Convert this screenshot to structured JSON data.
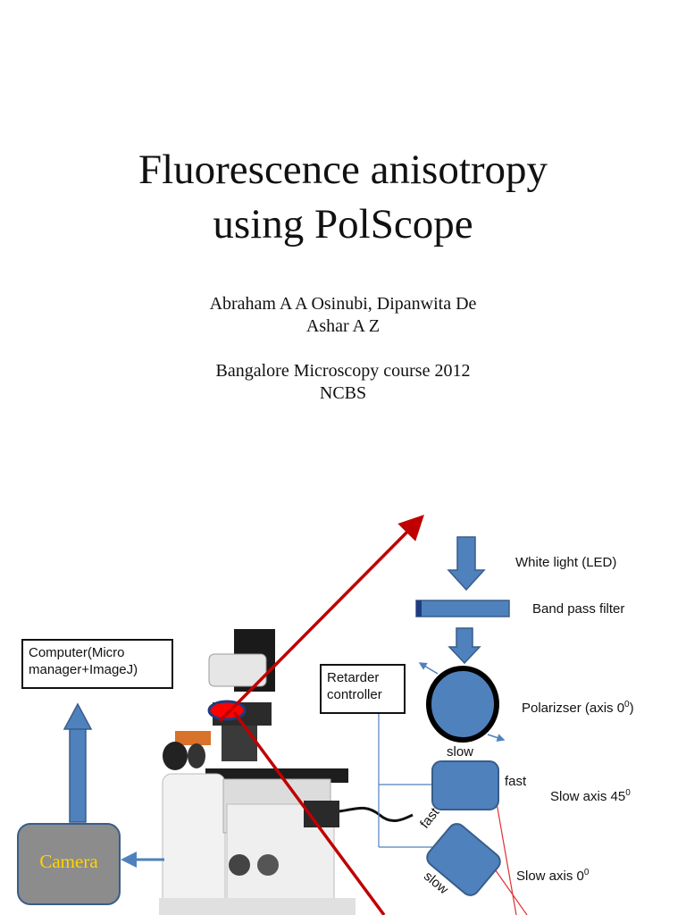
{
  "slide": {
    "title_line1": "Fluorescence anisotropy",
    "title_line2": "using PolScope",
    "authors_line1": "Abraham A A Osinubi, Dipanwita De",
    "authors_line2": "Ashar A Z",
    "venue_line1": "Bangalore Microscopy course 2012",
    "venue_line2": "NCBS"
  },
  "diagram": {
    "computer_line1": "Computer(Micro",
    "computer_line2": "manager+ImageJ)",
    "retarder_line1": "Retarder",
    "retarder_line2": "controller",
    "camera": "Camera",
    "white_light": "White light (LED)",
    "band_pass": "Band pass filter",
    "polarizer_prefix": "Polarizser (axis 0",
    "polarizer_sup": "0",
    "polarizer_suffix": ")",
    "slow_top": "slow",
    "fast_right": "fast",
    "slow_axis_45": "Slow axis 45",
    "slow_axis_45_sup": "0",
    "fast_rot": "fast",
    "slow_rot": "slow",
    "slow_axis_0": "Slow axis 0",
    "slow_axis_0_sup": "0",
    "colors": {
      "optic_blue": "#4f81bd",
      "optic_blue_dark": "#385d8a",
      "red_ray": "#c00000",
      "camera_gray": "#8c8c8c",
      "camera_text": "#ffd400"
    }
  }
}
